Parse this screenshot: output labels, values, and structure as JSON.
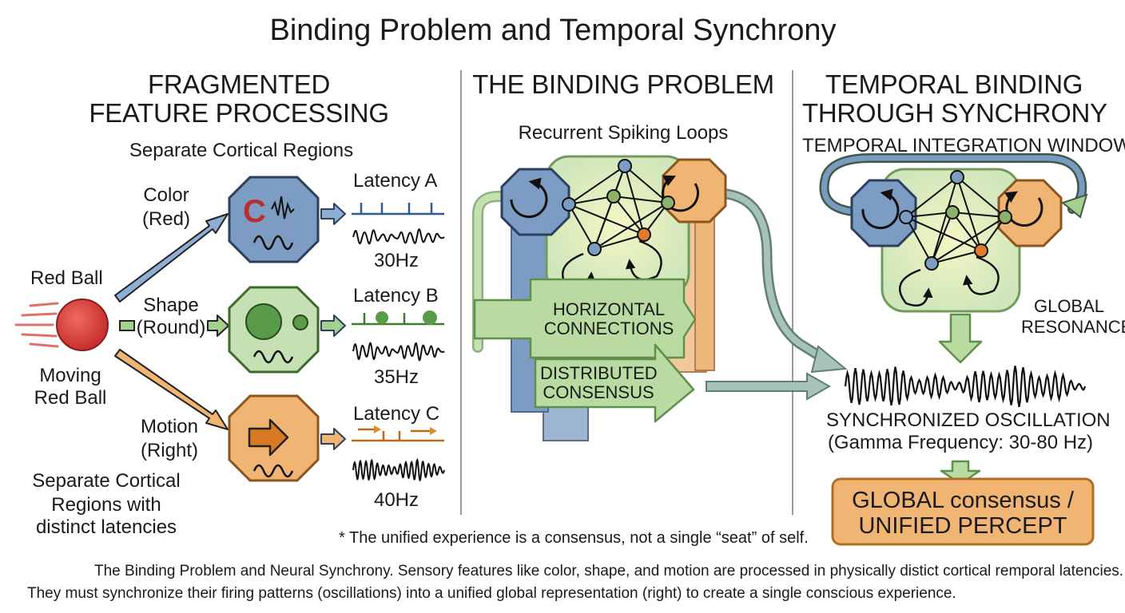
{
  "title": "Binding Problem and Temporal Synchrony",
  "left": {
    "heading": [
      "FRAGMENTED",
      "FEATURE PROCESSING"
    ],
    "subheading": "Separate Cortical Regions",
    "stimulus": {
      "top_label": "Red Ball",
      "bottom_label": [
        "Moving",
        "Red Ball"
      ]
    },
    "features": [
      {
        "label": [
          "Color",
          "(Red)"
        ],
        "glyph": "C",
        "latency": "Latency A",
        "frequency": "30Hz",
        "color": "#7d9cc4"
      },
      {
        "label": [
          "Shape",
          "(Round)"
        ],
        "latency": "Latency B",
        "frequency": "35Hz",
        "color": "#a7cf8e"
      },
      {
        "label": [
          "Motion",
          "(Right)"
        ],
        "latency": "Latency C",
        "frequency": "40Hz",
        "color": "#f0b572"
      }
    ],
    "footer": [
      "Separate Cortical",
      "Regions with",
      "distinct latencies"
    ]
  },
  "middle": {
    "heading": "THE BINDING PROBLEM",
    "subheading": "Recurrent Spiking Loops",
    "arrow_labels": [
      [
        "HORIZONTAL",
        "CONNECTIONS"
      ],
      [
        "DISTRIBUTED",
        "CONSENSUS"
      ]
    ]
  },
  "right": {
    "heading": [
      "TEMPORAL BINDING",
      "THROUGH SYNCHRONY"
    ],
    "window_label": "TEMPORAL INTEGRATION WINDOW",
    "resonance_label": [
      "GLOBAL",
      "RESONANCE"
    ],
    "oscillation_label": [
      "SYNCHRONIZED OSCILLATION",
      "(Gamma Frequency: 30-80 Hz)"
    ],
    "percept": [
      "GLOBAL consensus /",
      "UNIFIED PERCEPT"
    ]
  },
  "footnote": "* The unified experience is a consensus, not a single “seat” of self.",
  "caption": [
    "The Binding Problem and Neural Synchrony. Sensory features like color, shape, and motion are processed in physically distict cortical remporal latencies.",
    "They must synchronize their firing patterns (oscillations) into a unified global representation (right) to create a single conscious experience."
  ],
  "colors": {
    "blue": "#7d9cc4",
    "green": "#a7cf8e",
    "orange": "#f0b572",
    "red_ball": "#d8433f",
    "network_bg": "#d7ebc6"
  }
}
